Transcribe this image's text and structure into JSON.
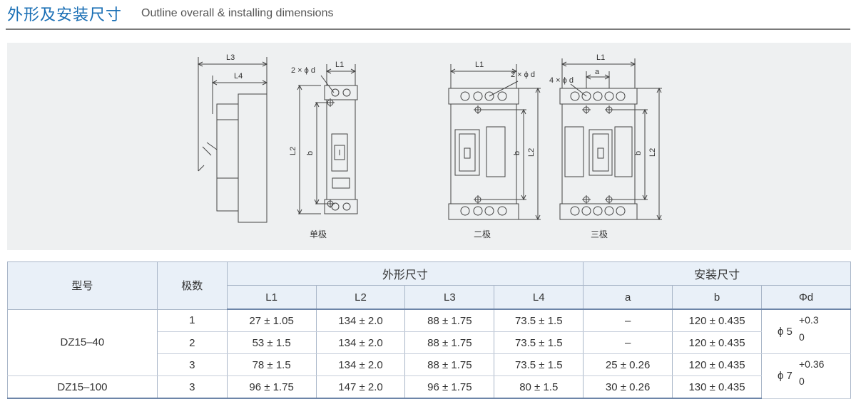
{
  "header": {
    "title_cn": "外形及安装尺寸",
    "title_en": "Outline overall & installing dimensions"
  },
  "figures": {
    "labels": {
      "L1": "L1",
      "L2": "L2",
      "L3": "L3",
      "L4": "L4",
      "a": "a",
      "b": "b",
      "hole_2": "2 × ϕ d",
      "hole_4": "4 × ϕ d"
    },
    "captions": {
      "single": "单极",
      "double": "二极",
      "triple": "三极"
    }
  },
  "table": {
    "headers": {
      "model": "型号",
      "poles": "极数",
      "outline": "外形尺寸",
      "install": "安装尺寸",
      "L1": "L1",
      "L2": "L2",
      "L3": "L3",
      "L4": "L4",
      "a": "a",
      "b": "b",
      "phid": "Φd"
    },
    "rows": [
      {
        "model": "DZ15–40",
        "poles": "1",
        "L1": "27 ± 1.05",
        "L2": "134 ± 2.0",
        "L3": "88 ± 1.75",
        "L4": "73.5 ± 1.5",
        "a": "–",
        "b": "120 ± 0.435"
      },
      {
        "poles": "2",
        "L1": "53 ± 1.5",
        "L2": "134 ± 2.0",
        "L3": "88 ± 1.75",
        "L4": "73.5 ± 1.5",
        "a": "–",
        "b": "120 ± 0.435"
      },
      {
        "poles": "3",
        "L1": "78 ± 1.5",
        "L2": "134 ± 2.0",
        "L3": "88 ± 1.75",
        "L4": "73.5 ± 1.5",
        "a": "25 ± 0.26",
        "b": "120 ± 0.435"
      },
      {
        "model": "DZ15–100",
        "poles": "3",
        "L1": "96 ± 1.75",
        "L2": "147 ± 2.0",
        "L3": "96 ± 1.75",
        "L4": "80 ± 1.5",
        "a": "30 ± 0.26",
        "b": "130 ± 0.435"
      }
    ],
    "phid_group1": {
      "base": "ϕ 5",
      "upper": "+0.3",
      "lower": "0"
    },
    "phid_group2": {
      "base": "ϕ 7",
      "upper": "+0.36",
      "lower": "0"
    }
  }
}
